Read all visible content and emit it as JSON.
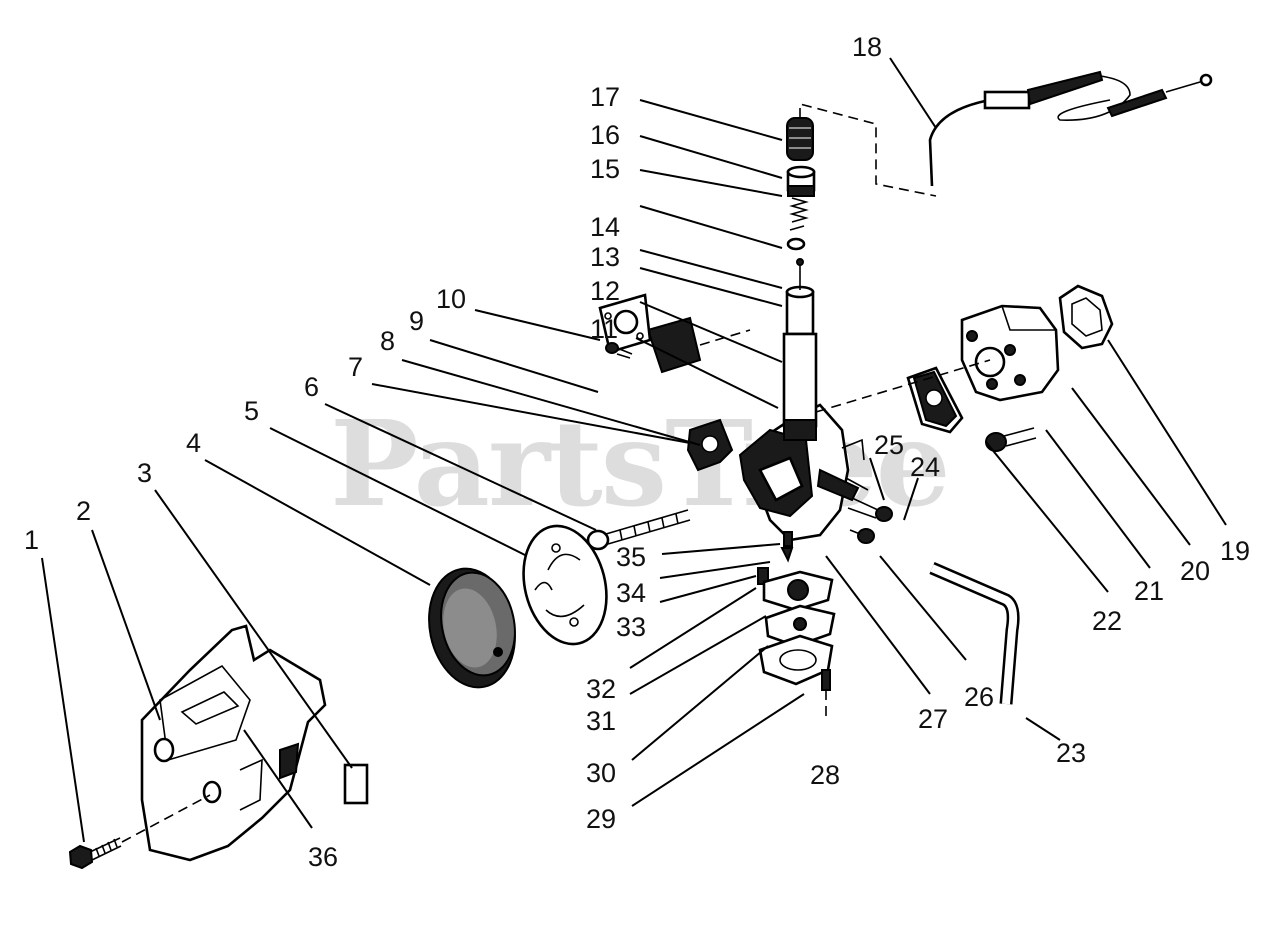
{
  "watermark": "PartsTree",
  "labels": [
    "1",
    "2",
    "3",
    "4",
    "5",
    "6",
    "7",
    "8",
    "9",
    "10",
    "11",
    "12",
    "13",
    "14",
    "15",
    "16",
    "17",
    "18",
    "19",
    "20",
    "21",
    "22",
    "23",
    "24",
    "25",
    "26",
    "27",
    "28",
    "29",
    "30",
    "31",
    "32",
    "33",
    "34",
    "35",
    "36"
  ]
}
